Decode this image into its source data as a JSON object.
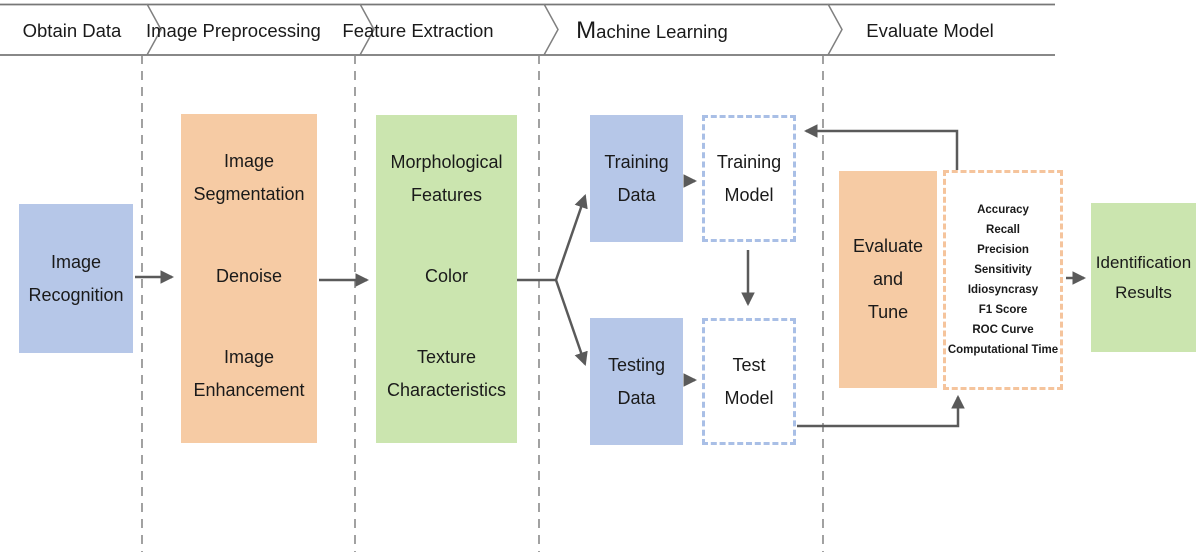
{
  "figure": {
    "stages": [
      "Obtain Data",
      "Image Preprocessing",
      "Feature Extraction",
      "Machine Learning",
      "Evaluate Model"
    ],
    "nodes": {
      "image_recognition": "Image\nRecognition",
      "preprocessing": [
        "Image\nSegmentation",
        "Denoise",
        "Image\nEnhancement"
      ],
      "features": [
        "Morphological\nFeatures",
        "Color",
        "Texture\nCharacteristics"
      ],
      "training_data": "Training\nData",
      "training_model": "Training\nModel",
      "testing_data": "Testing\nData",
      "test_model": "Test\nModel",
      "evaluate_tune": "Evaluate\nand\nTune",
      "metrics": [
        "Accuracy",
        "Recall",
        "Precision",
        "Sensitivity",
        "Idiosyncrasy",
        "F1 Score",
        "ROC Curve",
        "Computational Time"
      ],
      "identification_results": "Identification\nResults"
    },
    "colors": {
      "blue_fill": "#b6c7e8",
      "blue_dash": "#a9bfe6",
      "orange_fill": "#f6cba4",
      "orange_dash": "#f5c49c",
      "green_fill": "#cbe5af",
      "arrow": "#5a5a5a",
      "divider": "#8a8a8a"
    }
  }
}
